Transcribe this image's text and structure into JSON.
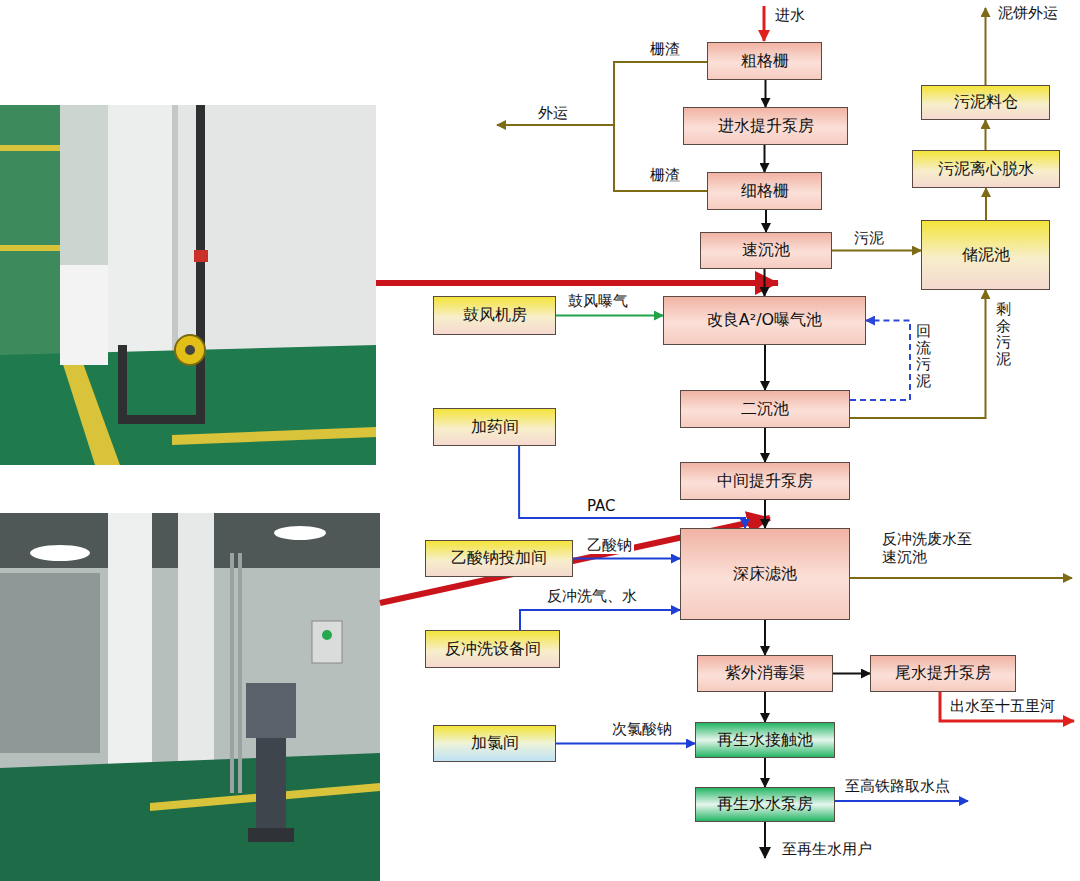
{
  "diagram": {
    "nodes": [
      {
        "text": [
          "粗格栅"
        ]
      },
      {
        "text": [
          "进水提升泵房"
        ]
      },
      {
        "text": [
          "细格栅"
        ]
      },
      {
        "text": [
          "速沉池"
        ]
      },
      {
        "text": [
          "污泥料仓"
        ]
      },
      {
        "text": [
          "污泥离心脱水"
        ]
      },
      {
        "text": [
          "储泥池"
        ]
      },
      {
        "text": [
          "鼓风机房"
        ]
      },
      {
        "text": [
          "改良A²/O曝气池"
        ]
      },
      {
        "text": [
          "二沉池"
        ]
      },
      {
        "text": [
          "加药间"
        ]
      },
      {
        "text": [
          "中间提升泵房"
        ]
      },
      {
        "text": [
          "乙酸钠投加间"
        ]
      },
      {
        "text": [
          "深床滤池"
        ]
      },
      {
        "text": [
          "反冲洗设备间"
        ]
      },
      {
        "text": [
          "紫外消毒渠"
        ]
      },
      {
        "text": [
          "尾水提升泵房"
        ]
      },
      {
        "text": [
          "加氯间"
        ]
      },
      {
        "text": [
          "再生水接触池"
        ]
      },
      {
        "text": [
          "再生水水泵房"
        ]
      }
    ],
    "edges": [
      {
        "from": 0,
        "to": 1,
        "arrow": "to"
      },
      {
        "from": 1,
        "to": 2,
        "arrow": "to"
      },
      {
        "from": 2,
        "to": 3,
        "arrow": "to"
      },
      {
        "from": 3,
        "to": 8,
        "arrow": "to"
      },
      {
        "from": 3,
        "to": 6,
        "label": "污泥",
        "arrow": "to"
      },
      {
        "from": 6,
        "to": 5,
        "arrow": "to"
      },
      {
        "from": 5,
        "to": 4,
        "arrow": "to"
      },
      {
        "from": 7,
        "to": 8,
        "label": "鼓风曝气",
        "arrow": "to"
      },
      {
        "from": 8,
        "to": 9,
        "arrow": "to"
      },
      {
        "from": 9,
        "to": 8,
        "label": "回流污泥",
        "arrow": "to"
      },
      {
        "from": 9,
        "to": 6,
        "label": "剩余污泥",
        "arrow": "to"
      },
      {
        "from": 9,
        "to": 11,
        "arrow": "to"
      },
      {
        "from": 10,
        "to": 13,
        "label": "PAC",
        "arrow": "to"
      },
      {
        "from": 11,
        "to": 13,
        "arrow": "to"
      },
      {
        "from": 12,
        "to": 13,
        "label": "乙酸钠",
        "arrow": "to"
      },
      {
        "from": 14,
        "to": 13,
        "label": "反冲洗气、水",
        "arrow": "to"
      },
      {
        "from": 13,
        "to": 15,
        "arrow": "to"
      },
      {
        "from": 15,
        "to": 16,
        "arrow": "to"
      },
      {
        "from": 17,
        "to": 18,
        "label": "次氯酸钠",
        "arrow": "to"
      },
      {
        "from": 15,
        "to": 18,
        "arrow": "to"
      },
      {
        "from": 18,
        "to": 19,
        "arrow": "to"
      }
    ],
    "labels": [
      "进水",
      "栅渣",
      "外运",
      "栅渣",
      "泥饼外运",
      "反冲洗废水至 速沉池",
      "出水至十五里河",
      "至高铁路取水点",
      "至再生水用户"
    ]
  }
}
